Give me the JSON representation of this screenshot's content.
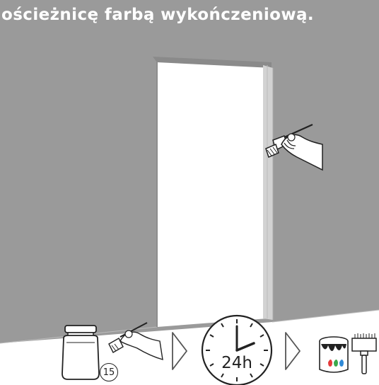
{
  "instruction": {
    "text_visible": "ościeżnicę farbą wykończeniową."
  },
  "steps": {
    "product_number": "15",
    "drying_time": "24h"
  },
  "colors": {
    "wall": "#9a9a9a",
    "wall_shadow": "#7d7d7d",
    "opening": "#ffffff",
    "frame": "#d2d2d2",
    "ink": "#222222",
    "paint_red": "#e53b3b",
    "paint_green": "#3aa84a",
    "paint_blue": "#2f8ad8"
  },
  "icons": [
    "paint-jar-icon",
    "brush-hand-icon",
    "arrow-right-icon",
    "clock-icon",
    "arrow-right-icon",
    "paint-can-icon",
    "wide-brush-icon"
  ]
}
